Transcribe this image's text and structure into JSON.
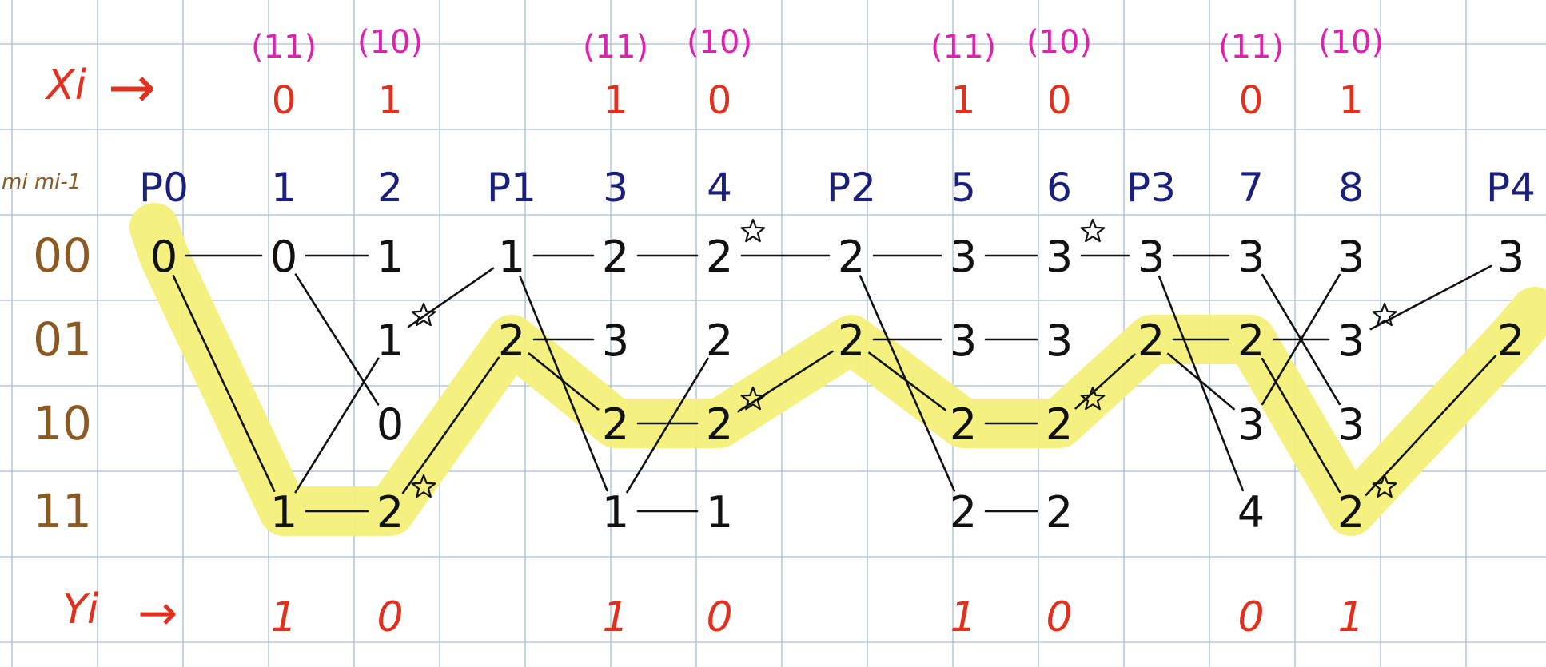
{
  "colors": {
    "grid": "#a9bcdc",
    "highlight": "#f3f07a",
    "ink": "#111111",
    "navy": "#1a1f7a",
    "brown": "#8a5a22",
    "red": "#e0301e",
    "magenta": "#e020b0"
  },
  "row_labels": {
    "xi_label": "Xi",
    "xi_arrow": "→",
    "header_label": "mi mi-1",
    "yi_label": "Yi",
    "yi_arrow": "→"
  },
  "columns": [
    "P0",
    "1",
    "2",
    "P1",
    "3",
    "4",
    "P2",
    "5",
    "6",
    "P3",
    "7",
    "8",
    "P4"
  ],
  "states": [
    "00",
    "01",
    "10",
    "11"
  ],
  "codewords": [
    {
      "col": "1",
      "text": "(11)"
    },
    {
      "col": "2",
      "text": "(10)"
    },
    {
      "col": "3",
      "text": "(11)"
    },
    {
      "col": "4",
      "text": "(10)"
    },
    {
      "col": "5",
      "text": "(11)"
    },
    {
      "col": "6",
      "text": "(10)"
    },
    {
      "col": "7",
      "text": "(11)"
    },
    {
      "col": "8",
      "text": "(10)"
    }
  ],
  "xi_bits": [
    {
      "col": "1",
      "text": "0"
    },
    {
      "col": "2",
      "text": "1"
    },
    {
      "col": "3",
      "text": "1"
    },
    {
      "col": "4",
      "text": "0"
    },
    {
      "col": "5",
      "text": "1"
    },
    {
      "col": "6",
      "text": "0"
    },
    {
      "col": "7",
      "text": "0"
    },
    {
      "col": "8",
      "text": "1"
    }
  ],
  "yi_bits": [
    {
      "col": "1",
      "text": "1"
    },
    {
      "col": "2",
      "text": "0"
    },
    {
      "col": "3",
      "text": "1"
    },
    {
      "col": "4",
      "text": "0"
    },
    {
      "col": "5",
      "text": "1"
    },
    {
      "col": "6",
      "text": "0"
    },
    {
      "col": "7",
      "text": "0"
    },
    {
      "col": "8",
      "text": "1"
    }
  ],
  "metrics": [
    {
      "col": "P0",
      "state": "00",
      "text": "0"
    },
    {
      "col": "1",
      "state": "00",
      "text": "0"
    },
    {
      "col": "1",
      "state": "11",
      "text": "1"
    },
    {
      "col": "2",
      "state": "00",
      "text": "1"
    },
    {
      "col": "2",
      "state": "01",
      "text": "1"
    },
    {
      "col": "2",
      "state": "10",
      "text": "0"
    },
    {
      "col": "2",
      "state": "11",
      "text": "2"
    },
    {
      "col": "P1",
      "state": "00",
      "text": "1"
    },
    {
      "col": "P1",
      "state": "01",
      "text": "2"
    },
    {
      "col": "3",
      "state": "00",
      "text": "2"
    },
    {
      "col": "3",
      "state": "01",
      "text": "3"
    },
    {
      "col": "3",
      "state": "10",
      "text": "2"
    },
    {
      "col": "3",
      "state": "11",
      "text": "1"
    },
    {
      "col": "4",
      "state": "00",
      "text": "2"
    },
    {
      "col": "4",
      "state": "01",
      "text": "2"
    },
    {
      "col": "4",
      "state": "10",
      "text": "2"
    },
    {
      "col": "4",
      "state": "11",
      "text": "1"
    },
    {
      "col": "P2",
      "state": "00",
      "text": "2"
    },
    {
      "col": "P2",
      "state": "01",
      "text": "2"
    },
    {
      "col": "5",
      "state": "00",
      "text": "3"
    },
    {
      "col": "5",
      "state": "01",
      "text": "3"
    },
    {
      "col": "5",
      "state": "10",
      "text": "2"
    },
    {
      "col": "5",
      "state": "11",
      "text": "2"
    },
    {
      "col": "6",
      "state": "00",
      "text": "3"
    },
    {
      "col": "6",
      "state": "01",
      "text": "3"
    },
    {
      "col": "6",
      "state": "10",
      "text": "2"
    },
    {
      "col": "6",
      "state": "11",
      "text": "2"
    },
    {
      "col": "P3",
      "state": "00",
      "text": "3"
    },
    {
      "col": "P3",
      "state": "01",
      "text": "2"
    },
    {
      "col": "7",
      "state": "00",
      "text": "3"
    },
    {
      "col": "7",
      "state": "01",
      "text": "2"
    },
    {
      "col": "7",
      "state": "10",
      "text": "3"
    },
    {
      "col": "7",
      "state": "11",
      "text": "4"
    },
    {
      "col": "8",
      "state": "00",
      "text": "3"
    },
    {
      "col": "8",
      "state": "01",
      "text": "3"
    },
    {
      "col": "8",
      "state": "10",
      "text": "3"
    },
    {
      "col": "8",
      "state": "11",
      "text": "2"
    },
    {
      "col": "P4",
      "state": "00",
      "text": "3"
    },
    {
      "col": "P4",
      "state": "01",
      "text": "2"
    }
  ],
  "edges": [
    {
      "from": [
        "P0",
        "00"
      ],
      "to": [
        "1",
        "00"
      ]
    },
    {
      "from": [
        "P0",
        "00"
      ],
      "to": [
        "1",
        "11"
      ]
    },
    {
      "from": [
        "1",
        "00"
      ],
      "to": [
        "2",
        "00"
      ]
    },
    {
      "from": [
        "1",
        "00"
      ],
      "to": [
        "2",
        "10"
      ]
    },
    {
      "from": [
        "1",
        "11"
      ],
      "to": [
        "2",
        "01"
      ]
    },
    {
      "from": [
        "1",
        "11"
      ],
      "to": [
        "2",
        "11"
      ]
    },
    {
      "from": [
        "2",
        "01"
      ],
      "to": [
        "P1",
        "00"
      ]
    },
    {
      "from": [
        "2",
        "11"
      ],
      "to": [
        "P1",
        "01"
      ]
    },
    {
      "from": [
        "P1",
        "00"
      ],
      "to": [
        "3",
        "00"
      ]
    },
    {
      "from": [
        "P1",
        "00"
      ],
      "to": [
        "3",
        "11"
      ]
    },
    {
      "from": [
        "P1",
        "01"
      ],
      "to": [
        "3",
        "01"
      ]
    },
    {
      "from": [
        "P1",
        "01"
      ],
      "to": [
        "3",
        "10"
      ]
    },
    {
      "from": [
        "3",
        "00"
      ],
      "to": [
        "4",
        "00"
      ]
    },
    {
      "from": [
        "3",
        "10"
      ],
      "to": [
        "4",
        "10"
      ]
    },
    {
      "from": [
        "3",
        "11"
      ],
      "to": [
        "4",
        "01"
      ]
    },
    {
      "from": [
        "3",
        "11"
      ],
      "to": [
        "4",
        "11"
      ]
    },
    {
      "from": [
        "4",
        "00"
      ],
      "to": [
        "P2",
        "00"
      ]
    },
    {
      "from": [
        "4",
        "10"
      ],
      "to": [
        "P2",
        "01"
      ]
    },
    {
      "from": [
        "P2",
        "00"
      ],
      "to": [
        "5",
        "00"
      ]
    },
    {
      "from": [
        "P2",
        "00"
      ],
      "to": [
        "5",
        "11"
      ]
    },
    {
      "from": [
        "P2",
        "01"
      ],
      "to": [
        "5",
        "01"
      ]
    },
    {
      "from": [
        "P2",
        "01"
      ],
      "to": [
        "5",
        "10"
      ]
    },
    {
      "from": [
        "5",
        "00"
      ],
      "to": [
        "6",
        "00"
      ]
    },
    {
      "from": [
        "5",
        "01"
      ],
      "to": [
        "6",
        "01"
      ]
    },
    {
      "from": [
        "5",
        "10"
      ],
      "to": [
        "6",
        "10"
      ]
    },
    {
      "from": [
        "5",
        "11"
      ],
      "to": [
        "6",
        "11"
      ]
    },
    {
      "from": [
        "6",
        "00"
      ],
      "to": [
        "P3",
        "00"
      ]
    },
    {
      "from": [
        "6",
        "10"
      ],
      "to": [
        "P3",
        "01"
      ]
    },
    {
      "from": [
        "P3",
        "00"
      ],
      "to": [
        "7",
        "00"
      ]
    },
    {
      "from": [
        "P3",
        "00"
      ],
      "to": [
        "7",
        "11"
      ]
    },
    {
      "from": [
        "P3",
        "01"
      ],
      "to": [
        "7",
        "01"
      ]
    },
    {
      "from": [
        "P3",
        "01"
      ],
      "to": [
        "7",
        "10"
      ]
    },
    {
      "from": [
        "7",
        "00"
      ],
      "to": [
        "8",
        "10"
      ]
    },
    {
      "from": [
        "7",
        "01"
      ],
      "to": [
        "8",
        "01"
      ]
    },
    {
      "from": [
        "7",
        "01"
      ],
      "to": [
        "8",
        "11"
      ]
    },
    {
      "from": [
        "7",
        "10"
      ],
      "to": [
        "8",
        "00"
      ]
    },
    {
      "from": [
        "8",
        "01"
      ],
      "to": [
        "P4",
        "00"
      ]
    },
    {
      "from": [
        "8",
        "11"
      ],
      "to": [
        "P4",
        "01"
      ]
    }
  ],
  "survivor_path": [
    [
      "P0",
      "00"
    ],
    [
      "1",
      "11"
    ],
    [
      "2",
      "11"
    ],
    [
      "P1",
      "01"
    ],
    [
      "3",
      "10"
    ],
    [
      "4",
      "10"
    ],
    [
      "P2",
      "01"
    ],
    [
      "5",
      "10"
    ],
    [
      "6",
      "10"
    ],
    [
      "P3",
      "01"
    ],
    [
      "7",
      "01"
    ],
    [
      "8",
      "11"
    ],
    [
      "P4",
      "01"
    ]
  ],
  "stars": [
    {
      "col": "2",
      "state": "01"
    },
    {
      "col": "2",
      "state": "11"
    },
    {
      "col": "4",
      "state": "00"
    },
    {
      "col": "4",
      "state": "10"
    },
    {
      "col": "6",
      "state": "00"
    },
    {
      "col": "6",
      "state": "10"
    },
    {
      "col": "8",
      "state": "01"
    },
    {
      "col": "8",
      "state": "11"
    }
  ]
}
